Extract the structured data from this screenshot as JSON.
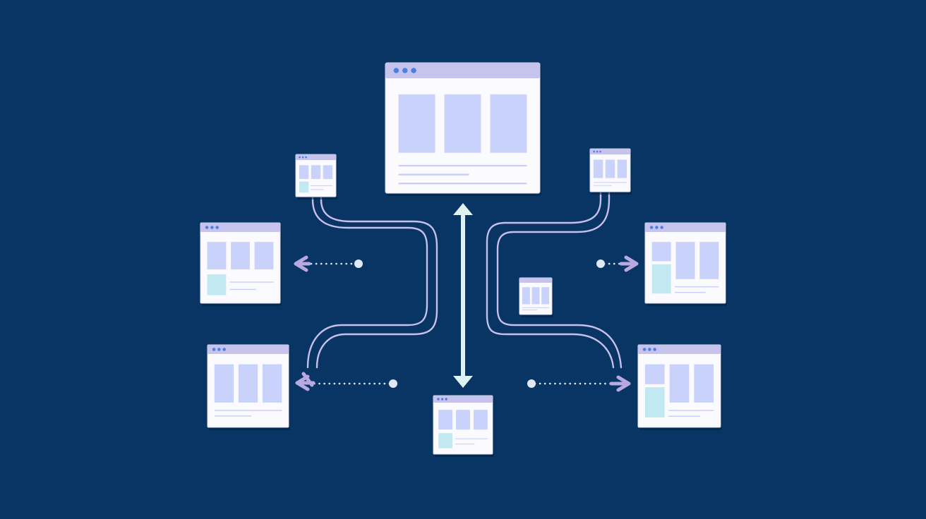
{
  "diagram": {
    "background": "#083564",
    "colors": {
      "window_body": "#fbfbff",
      "window_border": "#dcdcf2",
      "title_bar": "#c6c3ec",
      "title_dot": "#4c80e6",
      "panel": "#c8d2fb",
      "panel_accent": "#c2e9f2",
      "text_line": "#c6cdf6",
      "connector": "#c8bfea",
      "arrow_head": "#b9a9e2",
      "vertical_arrow": "#dff2f4",
      "dot": "#dfe8f4",
      "shadow": "#03213f"
    },
    "nodes": [
      {
        "id": "hub-window",
        "role": "central",
        "layout": "three-panels"
      },
      {
        "id": "small-window-upper-left",
        "role": "satellite",
        "layout": "three-panels-accent"
      },
      {
        "id": "small-window-upper-right",
        "role": "satellite",
        "layout": "three-panels"
      },
      {
        "id": "window-middle-left",
        "role": "satellite",
        "layout": "three-panels-accent"
      },
      {
        "id": "window-middle-right",
        "role": "satellite",
        "layout": "tall-panels-accent"
      },
      {
        "id": "window-center-floating",
        "role": "satellite",
        "layout": "three-panels"
      },
      {
        "id": "window-lower-left",
        "role": "satellite",
        "layout": "three-panels"
      },
      {
        "id": "window-lower-center",
        "role": "satellite",
        "layout": "three-panels-accent"
      },
      {
        "id": "window-lower-right",
        "role": "satellite",
        "layout": "tall-panels-accent"
      }
    ],
    "edges": [
      {
        "from": "hub-window",
        "to": "window-lower-center",
        "style": "double-arrow"
      },
      {
        "from": "small-window-upper-left",
        "to": "window-lower-left",
        "style": "curved-double-line-arrow"
      },
      {
        "from": "small-window-upper-right",
        "to": "window-lower-right",
        "style": "curved-double-line-arrow"
      },
      {
        "to": "window-middle-left",
        "style": "dotted-arrow"
      },
      {
        "to": "window-middle-right",
        "style": "dotted-arrow"
      },
      {
        "to": "window-lower-left",
        "style": "dotted-arrow"
      },
      {
        "to": "window-lower-right",
        "style": "dotted-arrow"
      }
    ]
  }
}
